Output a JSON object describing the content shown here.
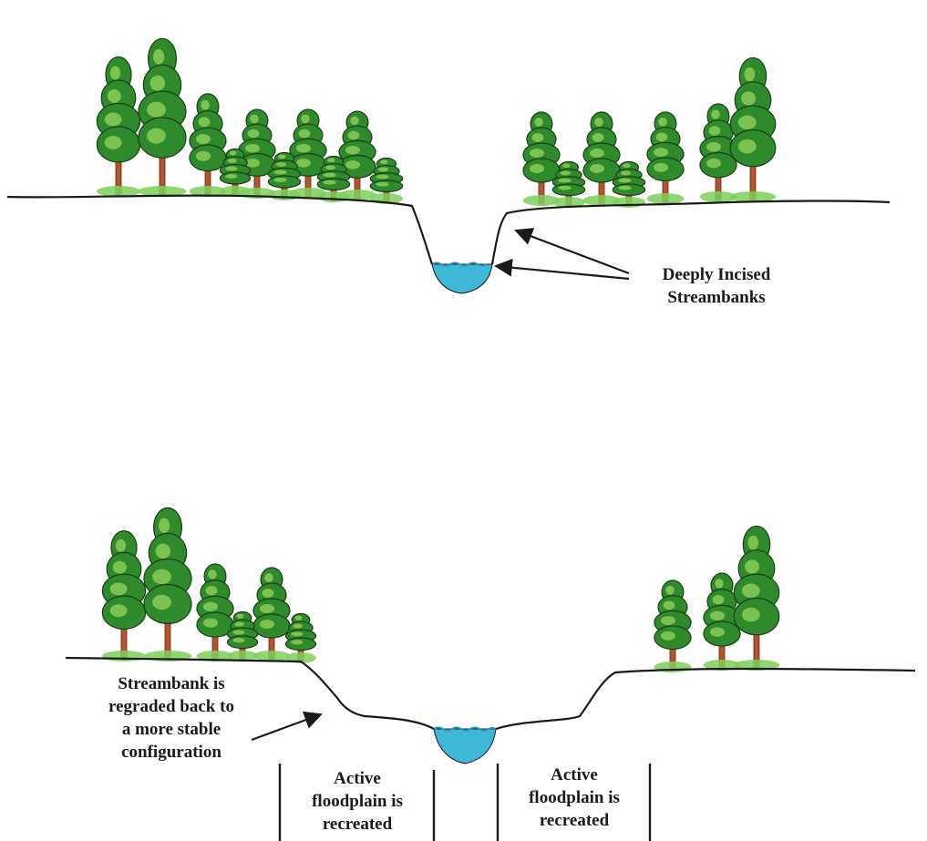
{
  "top_panel": {
    "label_line1": "Deeply Incised",
    "label_line2": "Streambanks"
  },
  "bottom_panel": {
    "regrade_line1": "Streambank is",
    "regrade_line2": "regraded back to",
    "regrade_line3": "a more stable",
    "regrade_line4": "configuration",
    "left_floodplain_line1": "Active",
    "left_floodplain_line2": "floodplain is",
    "left_floodplain_line3": "recreated",
    "right_floodplain_line1": "Active",
    "right_floodplain_line2": "floodplain is",
    "right_floodplain_line3": "recreated"
  },
  "colors": {
    "ground_line": "#1a1a1a",
    "water": "#3fb7d6",
    "foliage": "#2f8a2c",
    "foliage_light": "#8fcf5a",
    "trunk": "#b5532b",
    "grass": "#7ccf5a"
  }
}
